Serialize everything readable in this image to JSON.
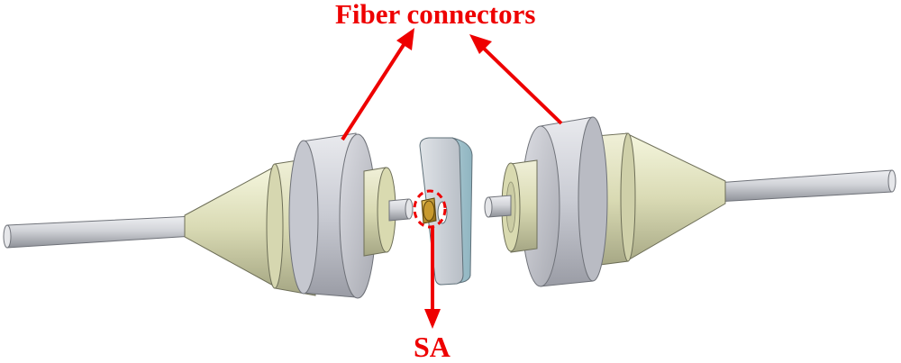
{
  "labels": {
    "fiber_connectors": "Fiber connectors",
    "sa": "SA"
  },
  "colors": {
    "annotation": "#ee0000",
    "ring": "#c9cbd3",
    "body": "#dcdcb0",
    "cone": "#dadbb5",
    "fiber": "#cfd1d6",
    "plate": "#c4d6dc",
    "sa_sample": "#b8860b"
  },
  "icons": {
    "arrow": "red-arrow",
    "highlight": "dashed-circle"
  }
}
